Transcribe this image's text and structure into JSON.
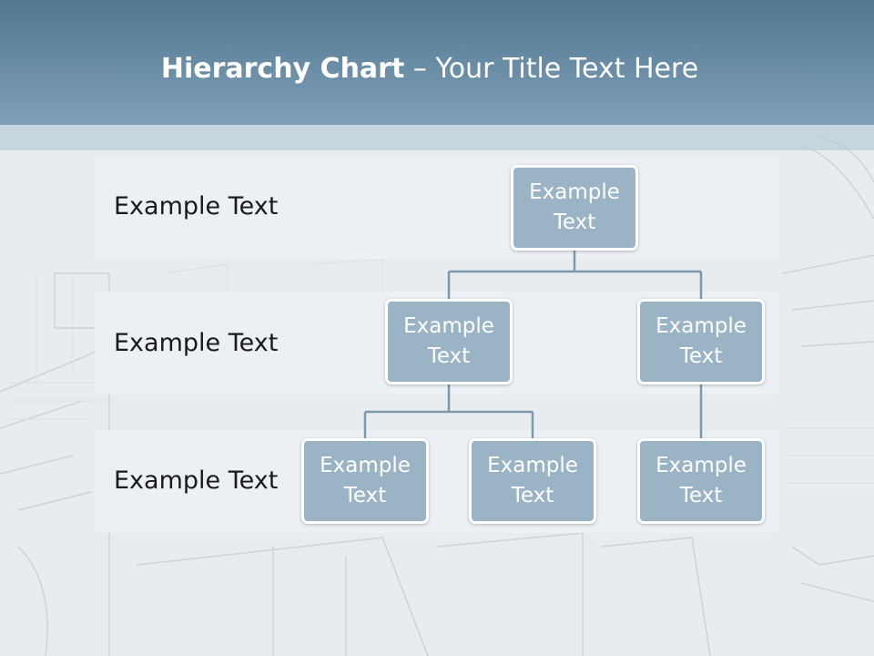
{
  "slide": {
    "title_bold": "Hierarchy Chart",
    "title_rest": " – Your Title Text Here"
  },
  "levels": [
    {
      "label": "Example Text"
    },
    {
      "label": "Example Text"
    },
    {
      "label": "Example Text"
    }
  ],
  "nodes": {
    "root": "Example Text",
    "mid_left": "Example Text",
    "mid_right": "Example Text",
    "bottom_1": "Example Text",
    "bottom_2": "Example Text",
    "bottom_3": "Example Text"
  },
  "colors": {
    "title_bar": "#6b8fa8",
    "node_fill": "#9ab4c6",
    "connector": "#7e98ab"
  }
}
